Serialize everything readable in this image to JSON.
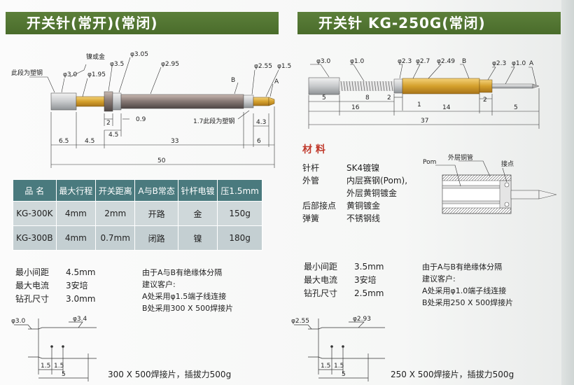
{
  "left": {
    "title": "开关针(常开)(常闭)",
    "diagram_labels": {
      "plastic_top": "此段为塑钢",
      "plated_gold": "镍或金",
      "d30": "φ3.0",
      "d195": "φ1.95",
      "d35": "φ3.5",
      "d305": "φ3.05",
      "d295": "φ2.95",
      "d255": "φ2.55",
      "d15": "φ1.5",
      "B": "B",
      "A": "A",
      "plastic_bottom": "1.7此段为塑钢",
      "dim_2": "2",
      "dim_09": "0.9",
      "dim_45a": "4.5",
      "dim_43": "4.3",
      "dim_65": "6.5",
      "dim_45b": "4.5",
      "dim_33": "33",
      "dim_6": "6",
      "dim_50": "50"
    },
    "table": {
      "headers": [
        "品  名",
        "最大行程",
        "开关距离",
        "A与B常态",
        "针杆电镀",
        "压1.5mm"
      ],
      "rows": [
        [
          "KG-300K",
          "4mm",
          "2mm",
          "开路",
          "金",
          "150g"
        ],
        [
          "KG-300B",
          "4mm",
          "0.7mm",
          "闭路",
          "镍",
          "180g"
        ]
      ]
    },
    "params": [
      {
        "k": "最小间距",
        "v": "4.5mm"
      },
      {
        "k": "最大电流",
        "v": "3安培"
      },
      {
        "k": "钻孔尺寸",
        "v": "3.0mm"
      }
    ],
    "note": [
      "由于A与B有绝缘体分隔",
      "建议客户:",
      "A处采用φ1.5端子线连接",
      "B处采用300 X 500焊接片"
    ],
    "pcb": {
      "d_left": "φ3.0",
      "d_right": "φ3.4",
      "s1": "1.5",
      "s2": "1.5",
      "total": "5"
    },
    "caption": "300 X 500焊接片，插拔力500g"
  },
  "right": {
    "title": "开关针 KG-250G(常闭)",
    "diagram_labels": {
      "d30": "φ3.0",
      "d10": "φ1.0",
      "d23": "φ2.3",
      "d27": "φ2.7",
      "d249": "φ2.49",
      "B": "B",
      "d23b": "φ2.3",
      "d10b": "φ1.0",
      "A": "A",
      "dim_5": "5",
      "dim_8": "8",
      "dim_2a": "2",
      "dim_16": "16",
      "dim_1": "1",
      "dim_14": "14",
      "dim_2b": "2",
      "dim_5b": "5",
      "dim_37": "37"
    },
    "material_title": "材  料",
    "materials": [
      {
        "k": "针杆",
        "v": "SK4镀镍"
      },
      {
        "k": "外管",
        "v": "内层赛钢(Pom),"
      },
      {
        "k": "",
        "v": "外层黄铜镀金"
      },
      {
        "k": "后部接点",
        "v": "黄铜镀金"
      },
      {
        "k": "弹簧",
        "v": "不锈钢线"
      }
    ],
    "cross_section": {
      "pom": "Pom",
      "outer": "外层铜管",
      "contact": "接点"
    },
    "params": [
      {
        "k": "最小间距",
        "v": "3.5mm"
      },
      {
        "k": "最大电流",
        "v": "3安培"
      },
      {
        "k": "钻孔尺寸",
        "v": "2.5mm"
      }
    ],
    "note": [
      "由于A与B有绝缘体分隔",
      "建议客户:",
      "A处采用φ1.0端子线连接",
      "B处采用250 X 500焊接片"
    ],
    "pcb": {
      "d_left": "φ2.55",
      "d_right": "φ2.93",
      "s1": "1.5",
      "s2": "1.5",
      "total": "5"
    },
    "caption": "250 X 500焊接片，插拔力500g"
  }
}
